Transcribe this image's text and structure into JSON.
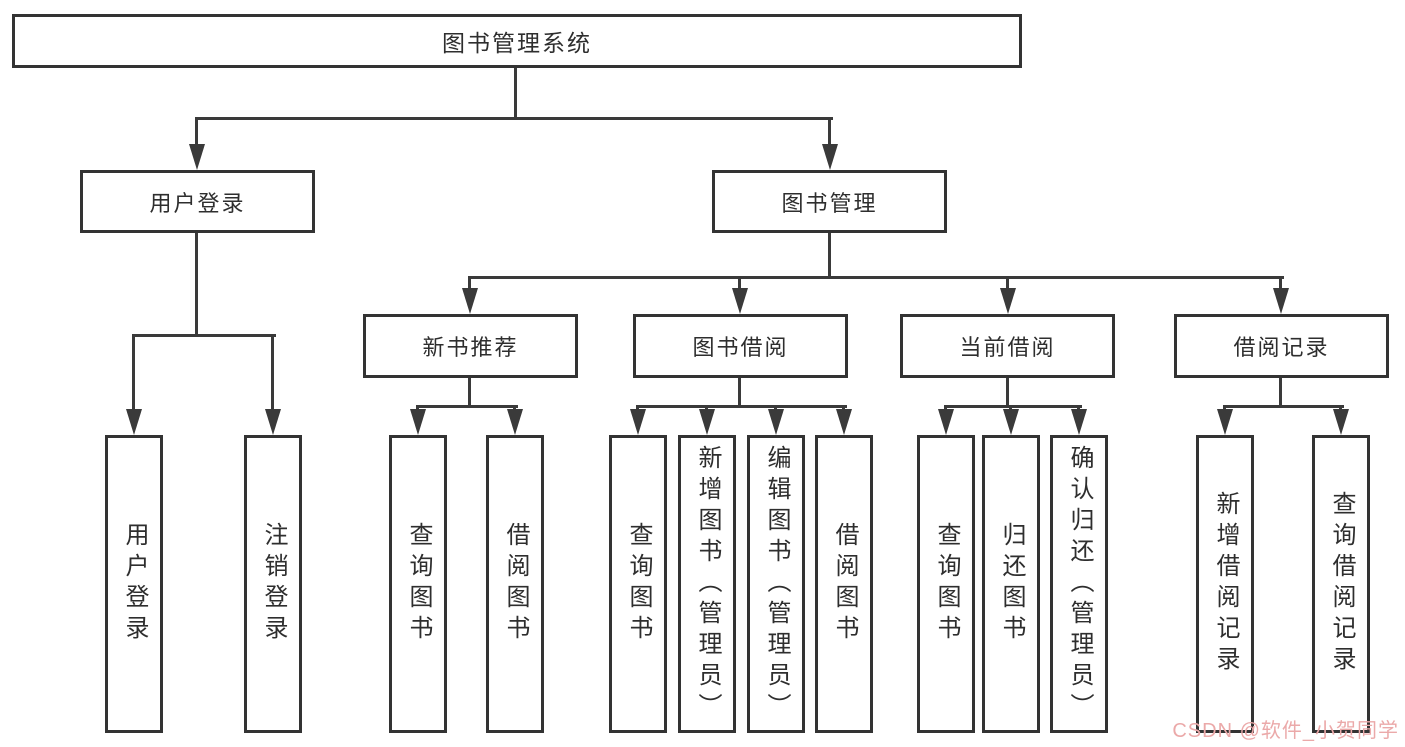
{
  "tree": {
    "label": "图书管理系统",
    "children": [
      {
        "label": "用户登录",
        "children": [
          {
            "label": "用户登录"
          },
          {
            "label": "注销登录"
          }
        ]
      },
      {
        "label": "图书管理",
        "children": [
          {
            "label": "新书推荐",
            "children": [
              {
                "label": "查询图书"
              },
              {
                "label": "借阅图书"
              }
            ]
          },
          {
            "label": "图书借阅",
            "children": [
              {
                "label": "查询图书"
              },
              {
                "label": "新增图书（管理员）"
              },
              {
                "label": "编辑图书（管理员）"
              },
              {
                "label": "借阅图书"
              }
            ]
          },
          {
            "label": "当前借阅",
            "children": [
              {
                "label": "查询图书"
              },
              {
                "label": "归还图书"
              },
              {
                "label": "确认归还（管理员）"
              }
            ]
          },
          {
            "label": "借阅记录",
            "children": [
              {
                "label": "新增借阅记录"
              },
              {
                "label": "查询借阅记录"
              }
            ]
          }
        ]
      }
    ]
  },
  "watermark": "CSDN @软件_小贺同学",
  "colors": {
    "line": "#3a3a3a",
    "box_border": "#333333",
    "text": "#2e2e2e",
    "background": "#ffffff",
    "watermark": "#eba9a9"
  }
}
